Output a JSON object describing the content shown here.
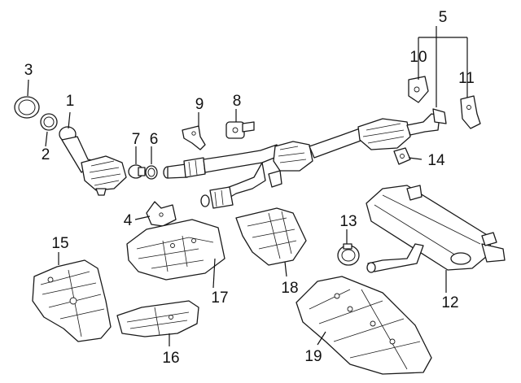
{
  "diagram": {
    "callouts": [
      {
        "id": "c1",
        "text": "1"
      },
      {
        "id": "c2",
        "text": "2"
      },
      {
        "id": "c3",
        "text": "3"
      },
      {
        "id": "c4",
        "text": "4"
      },
      {
        "id": "c5",
        "text": "5"
      },
      {
        "id": "c6",
        "text": "6"
      },
      {
        "id": "c7",
        "text": "7"
      },
      {
        "id": "c8",
        "text": "8"
      },
      {
        "id": "c9",
        "text": "9"
      },
      {
        "id": "c10",
        "text": "10"
      },
      {
        "id": "c11",
        "text": "11"
      },
      {
        "id": "c12",
        "text": "12"
      },
      {
        "id": "c13",
        "text": "13"
      },
      {
        "id": "c14",
        "text": "14"
      },
      {
        "id": "c15",
        "text": "15"
      },
      {
        "id": "c16",
        "text": "16"
      },
      {
        "id": "c17",
        "text": "17"
      },
      {
        "id": "c18",
        "text": "18"
      },
      {
        "id": "c19",
        "text": "19"
      }
    ],
    "colors": {
      "line": "#1a1a1a",
      "background": "#ffffff"
    }
  }
}
